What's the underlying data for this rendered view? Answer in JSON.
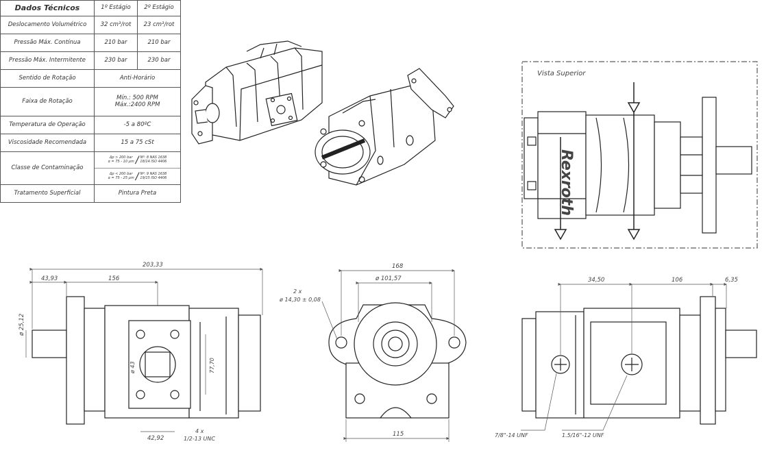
{
  "spec_table": {
    "header": {
      "param": "Dados Técnicos",
      "stage1": "1º Estágio",
      "stage2": "2º Estágio"
    },
    "rows": [
      {
        "param": "Deslocamento Volumétrico",
        "stage1": "32 cm³/rot",
        "stage2": "23 cm³/rot"
      },
      {
        "param": "Pressão Máx. Contínua",
        "stage1": "210 bar",
        "stage2": "210 bar"
      },
      {
        "param": "Pressão Máx. Intermitente",
        "stage1": "230 bar",
        "stage2": "230 bar"
      },
      {
        "param": "Sentido de Rotação",
        "merged": "Anti-Horário"
      },
      {
        "param": "Faixa de Rotação",
        "merged_lines": [
          "Mín.: 500 RPM",
          "Máx.:2400 RPM"
        ]
      },
      {
        "param": "Temperatura de Operação",
        "merged": "-5 a 80ºC"
      },
      {
        "param": "Viscosidade Recomendada",
        "merged": "15 a 75 cSt"
      },
      {
        "param": "Classe de Contaminação",
        "contamination": [
          {
            "left": [
              "Δp > 200 bar",
              "α = 75 - 10 µm"
            ],
            "right": [
              "Nº: 8 NAS 1638",
              "18/14 ISO 4406"
            ]
          },
          {
            "left": [
              "Δp < 200 bar",
              "α = 75 - 25 µm"
            ],
            "right": [
              "Nº: 9 NAS 1638",
              "19/15 ISO 4406"
            ]
          }
        ]
      },
      {
        "param": "Tratamento Superficial",
        "merged": "Pintura Preta"
      }
    ]
  },
  "top_view": {
    "title": "Vista Superior",
    "logo": "Rexroth"
  },
  "dimensions": {
    "front": {
      "overall": "203,33",
      "shaft": "43,93",
      "flange_to_stage": "156",
      "shaft_dia": "ø 25,12",
      "port_dia": "ø 43",
      "port_spacing": "77,70",
      "bolt_offset": "42,92",
      "bolt_note": "4 x",
      "bolt_thread": "1/2-13 UNC"
    },
    "end": {
      "flange_width": "168",
      "pilot_dia": "ø 101,57",
      "holes_count": "2 x",
      "holes_dia": "ø 14,30 ± 0,08",
      "base_width": "115"
    },
    "side": {
      "a": "34,50",
      "b": "106",
      "c": "6,35",
      "port_small": "7/8\"-14 UNF",
      "port_large": "1.5/16\"-12 UNF"
    }
  }
}
